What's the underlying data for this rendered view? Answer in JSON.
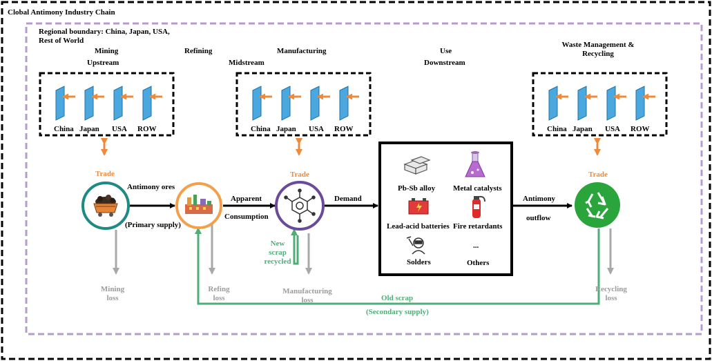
{
  "title": "Clobal Antimony Industry Chain",
  "region": {
    "line1": "Regional boundary: China, Japan, USA,",
    "line2": "Rest of World"
  },
  "stages": {
    "mining": "Mining",
    "upstream": "Upstream",
    "refining": "Refining",
    "midstream": "Midstream",
    "manufacturing": "Manufacturing",
    "use": "Use",
    "downstream": "Downstream",
    "waste_line1": "Waste Management &",
    "waste_line2": "Recycling"
  },
  "trade_regions": [
    "China",
    "Japan",
    "USA",
    "ROW"
  ],
  "trade_label": "Trade",
  "flows": {
    "ores": "Antimony ores",
    "primary": "(Primary supply)",
    "apparent": "Apparent",
    "consumption": "Consumption",
    "demand": "Demand",
    "antimony": "Antimony",
    "outflow": "outflow",
    "new_scrap": [
      "New",
      "scrap",
      "recycled"
    ],
    "old_scrap": "Old scrap",
    "secondary": "(Secondary supply)"
  },
  "losses": {
    "mining": [
      "Mining",
      "loss"
    ],
    "refining": [
      "Refing",
      "loss"
    ],
    "manufacturing": [
      "Manufacturing",
      "loss"
    ],
    "recycling": [
      "Recycling",
      "loss"
    ]
  },
  "uses": {
    "pbsb": "Pb-Sb alloy",
    "catalysts": "Metal catalysts",
    "batteries": "Lead-acid batteries",
    "retardants": "Fire retardants",
    "solders": "Solders",
    "ellipsis": "...",
    "others": "Others"
  },
  "colors": {
    "orange": "#f08a3a",
    "green": "#4fae78",
    "grey": "#a8a8a8",
    "purple_border": "#b79ad0",
    "teal": "#1f8a84",
    "violet": "#6b4a9a",
    "recycle_green": "#2aa53c",
    "panel_blue": "#4aa8de"
  },
  "icons": [
    "mine-cart-icon",
    "refinery-icon",
    "molecule-icon",
    "recycle-icon",
    "ingots-icon",
    "flask-icon",
    "battery-icon",
    "fire-extinguisher-icon",
    "welder-icon"
  ]
}
